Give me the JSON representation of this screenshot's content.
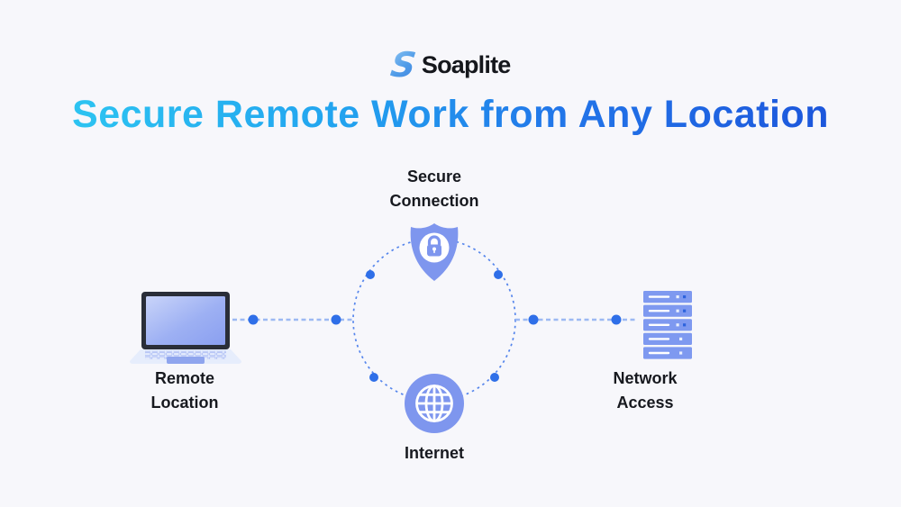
{
  "page": {
    "background_color": "#f7f7fb"
  },
  "header": {
    "logo": {
      "icon_letter": "S",
      "brand_name": "Soaplite",
      "icon_color_main": "#4f9be8",
      "icon_color_light": "#8ec6f3",
      "text_color": "#15171c"
    },
    "title": {
      "text": "Secure Remote Work from Any Location",
      "gradient_from": "#2fccf2",
      "gradient_to": "#1b4ed8"
    }
  },
  "diagram": {
    "colors": {
      "icon_fill": "#7e96ee",
      "node_dot": "#2f6fe8",
      "connector_dash": "#9db9f3",
      "circle_dash": "#5585ec",
      "label_text": "#17191f"
    },
    "nodes": {
      "secure": {
        "line1": "Secure",
        "line2": "Connection",
        "icon": "shield-lock-icon"
      },
      "remote": {
        "line1": "Remote",
        "line2": "Location",
        "icon": "laptop-icon"
      },
      "network": {
        "line1": "Network",
        "line2": "Access",
        "icon": "server-icon"
      },
      "internet": {
        "line1": "Internet",
        "icon": "globe-icon"
      }
    }
  }
}
